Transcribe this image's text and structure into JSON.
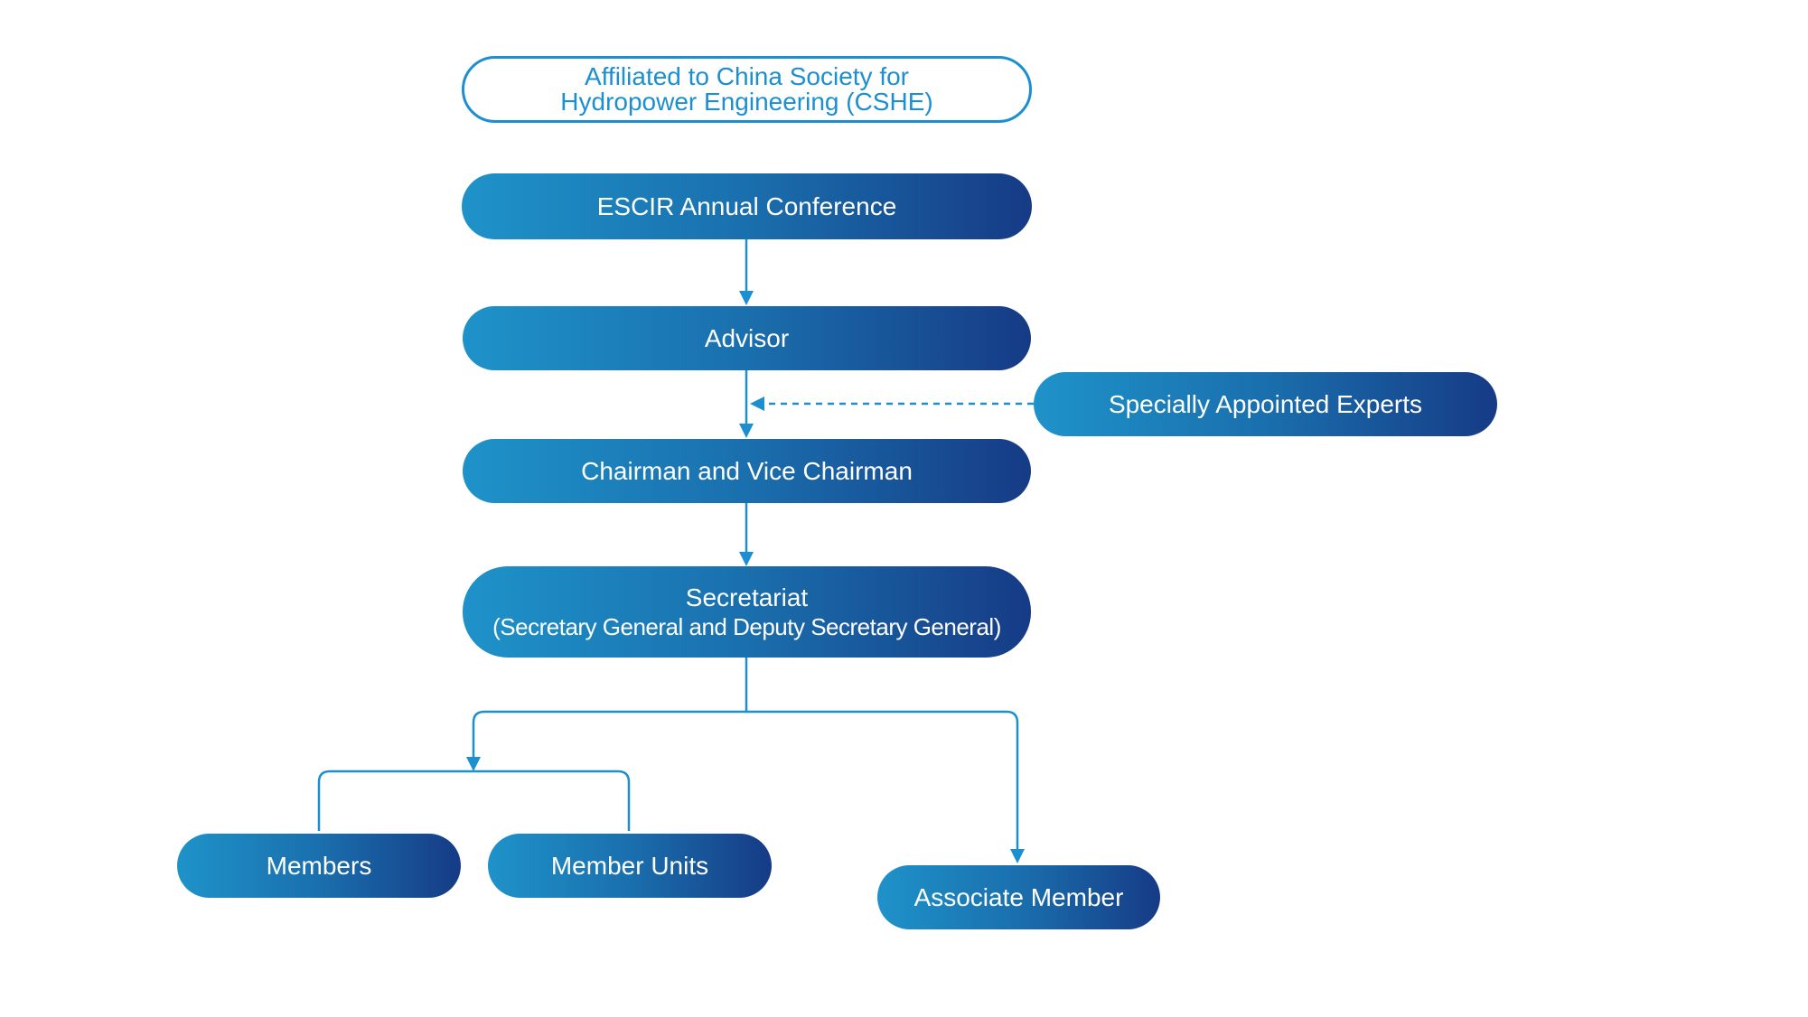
{
  "affiliation": {
    "line1": "Affiliated to China Society for",
    "line2": "Hydropower Engineering (CSHE)"
  },
  "nodes": {
    "annual_conference": "ESCIR Annual Conference",
    "advisor": "Advisor",
    "specially_appointed_experts": "Specially Appointed Experts",
    "chairman": "Chairman and Vice Chairman",
    "secretariat": {
      "line1": "Secretariat",
      "line2": "(Secretary General and Deputy Secretary General)"
    },
    "members": "Members",
    "member_units": "Member Units",
    "associate_member": "Associate Member"
  },
  "colors": {
    "accent": "#1b8fd1",
    "gradient_start": "#1e93c9",
    "gradient_end": "#163b86"
  }
}
